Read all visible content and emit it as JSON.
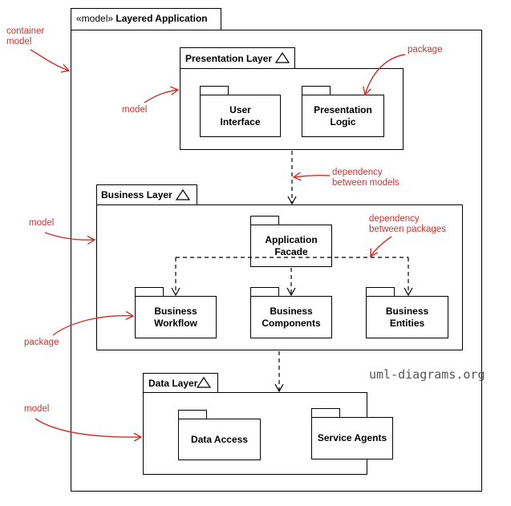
{
  "container": {
    "stereotype": "«model»",
    "title": "Layered Application"
  },
  "layers": {
    "presentation": {
      "title": "Presentation Layer"
    },
    "business": {
      "title": "Business Layer"
    },
    "data": {
      "title": "Data Layer"
    }
  },
  "packages": {
    "user_interface": [
      "User",
      "Interface"
    ],
    "presentation_logic": [
      "Presentation",
      "Logic"
    ],
    "application_facade": [
      "Application",
      "Facade"
    ],
    "business_workflow": [
      "Business",
      "Workflow"
    ],
    "business_components": [
      "Business",
      "Components"
    ],
    "business_entities": [
      "Business",
      "Entities"
    ],
    "data_access": [
      "Data Access"
    ],
    "service_agents": [
      "Service Agents"
    ]
  },
  "annotations": {
    "container_model": [
      "container",
      "model"
    ],
    "package_top": "package",
    "model_presentation": "model",
    "dependency_models": [
      "dependency",
      "between models"
    ],
    "model_business": "model",
    "dependency_packages": [
      "dependency",
      "between packages"
    ],
    "package_left": "package",
    "model_data": "model"
  },
  "watermark": "uml-diagrams.org",
  "colors": {
    "annotation": "#d4302a",
    "line": "#000000",
    "watermark": "#555555"
  }
}
